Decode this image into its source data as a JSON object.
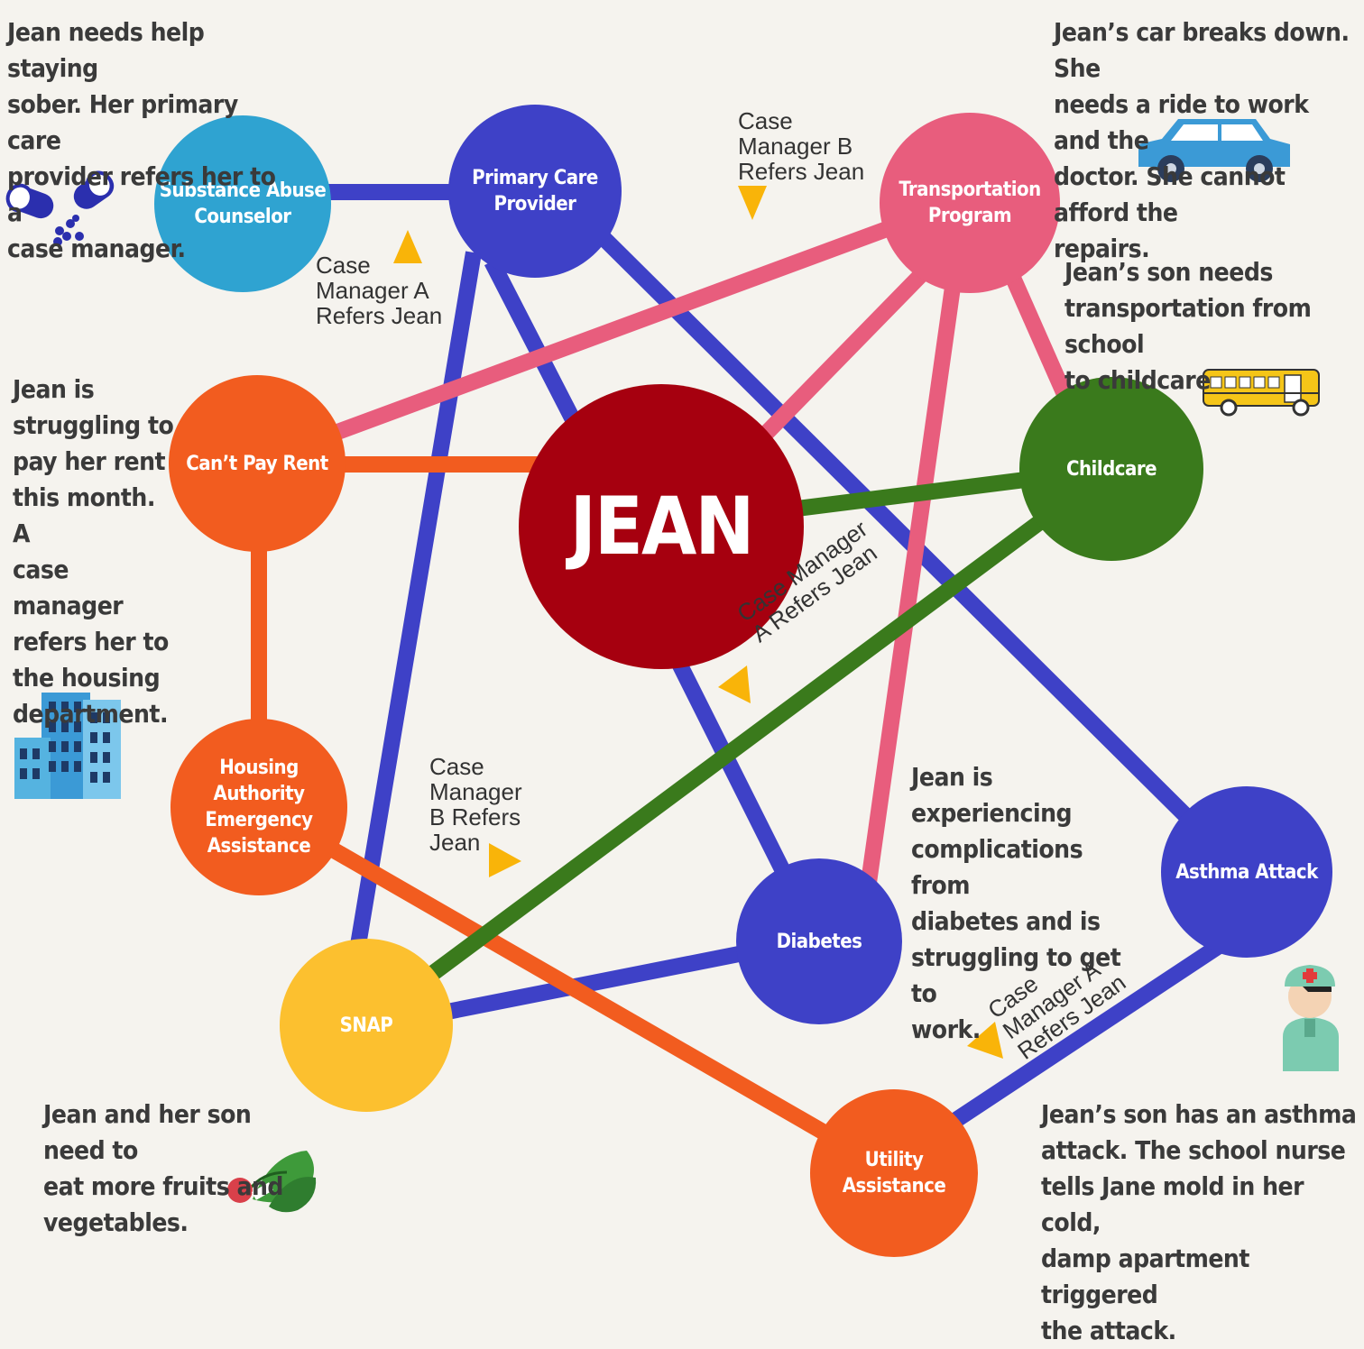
{
  "colors": {
    "blue": "#3e41c7",
    "pink": "#e85d7d",
    "orange": "#f25c1f",
    "green": "#3a7a1c",
    "teal": "#2fa3d1",
    "jean": "#a6000f",
    "snap": "#fcc02f",
    "arrow": "#f9b409"
  },
  "nodes": {
    "jean": "JEAN",
    "substance_abuse": "Substance Abuse\nCounselor",
    "primary_care": "Primary Care\nProvider",
    "transportation": "Transportation\nProgram",
    "cant_pay_rent": "Can’t Pay Rent",
    "childcare": "Childcare",
    "housing": "Housing\nAuthority\nEmergency\nAssistance",
    "diabetes": "Diabetes",
    "asthma": "Asthma Attack",
    "snap": "SNAP",
    "utility": "Utility\nAssistance"
  },
  "notes": {
    "sober": "Jean needs help staying\nsober. Her primary care\nprovider refers her to a\ncase manager.",
    "car": "Jean’s car breaks down.  She\nneeds a ride to work and the\ndoctor.  She cannot afford the\nrepairs.",
    "son_transport": "Jean’s son needs\ntransportation from school\nto childcare",
    "rent": "Jean is\nstruggling to\npay her rent\nthis month. A\ncase manager\nrefers her to\nthe housing\ndepartment.",
    "diabetes": "Jean is experiencing\ncomplications from\ndiabetes and is\nstruggling to get to\nwork.",
    "snap": "Jean and her son need to\neat more fruits and\nvegetables.",
    "asthma": "Jean’s son has an asthma\nattack.  The school nurse\ntells Jane mold in her cold,\ndamp apartment triggered\nthe attack."
  },
  "referrals": {
    "ref_a_top": "Case\nManager A\nRefers Jean",
    "ref_b_top": "Case\nManager B\nRefers Jean",
    "ref_b_mid": "Case\nManager\nB Refers\nJean",
    "ref_a_center": "Case Manager\nA Refers Jean",
    "ref_a_bottom": "Case\nManager A\nRefers Jean"
  },
  "icons": [
    "pills-icon",
    "car-icon",
    "school-bus-icon",
    "buildings-icon",
    "nurse-icon",
    "vegetables-icon"
  ]
}
